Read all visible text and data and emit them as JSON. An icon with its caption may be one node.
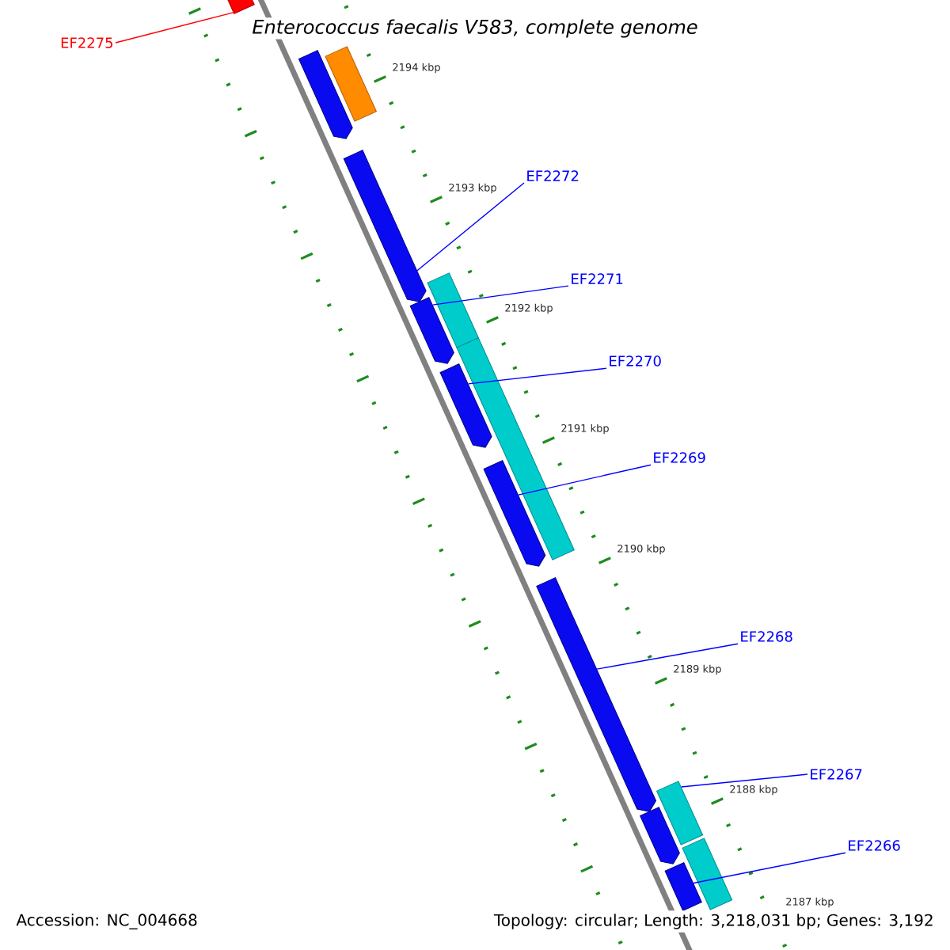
{
  "diagram": {
    "title": "Enterococcus faecalis V583, complete genome",
    "nodes": [
      {
        "text": [
          "EF2275"
        ]
      },
      {
        "text": [
          "EF2272"
        ]
      },
      {
        "text": [
          "EF2271"
        ]
      },
      {
        "text": [
          "EF2270"
        ]
      },
      {
        "text": [
          "EF2269"
        ]
      },
      {
        "text": [
          "EF2268"
        ]
      },
      {
        "text": [
          "EF2267"
        ]
      },
      {
        "text": [
          "EF2266"
        ]
      },
      {
        "text": [],
        "shape": "bar"
      },
      {
        "text": [],
        "shape": "bar"
      },
      {
        "text": [],
        "shape": "bar"
      },
      {
        "text": [],
        "shape": "bar"
      },
      {
        "text": [],
        "shape": "bar"
      },
      {
        "text": [],
        "shape": "bar"
      },
      {
        "text": [],
        "shape": "bar"
      },
      {
        "text": [],
        "shape": "bar"
      },
      {
        "text": [],
        "shape": "bar"
      },
      {
        "text": [],
        "shape": "bar"
      },
      {
        "text": [],
        "shape": "bar"
      },
      {
        "text": [],
        "shape": "bar"
      },
      {
        "text": [],
        "shape": "bar"
      },
      {
        "text": [],
        "shape": "bar"
      }
    ],
    "edges": [
      {
        "from": 0,
        "to": 8,
        "arrow": "none",
        "color": "#ff0000"
      },
      {
        "from": 1,
        "to": 11,
        "arrow": "none"
      },
      {
        "from": 2,
        "to": 13,
        "arrow": "none"
      },
      {
        "from": 3,
        "to": 15,
        "arrow": "none"
      },
      {
        "from": 4,
        "to": 16,
        "arrow": "none"
      },
      {
        "from": 5,
        "to": 17,
        "arrow": "none"
      },
      {
        "from": 6,
        "to": 18,
        "arrow": "none"
      },
      {
        "from": 7,
        "to": 21,
        "arrow": "none"
      }
    ],
    "labels": [
      "2194 kbp",
      "2193 kbp",
      "2192 kbp",
      "2191 kbp",
      "2190 kbp",
      "2189 kbp",
      "2188 kbp",
      "2187 kbp",
      "Accession: NC_004668",
      "Topology: circular; Length: 3,218,031 bp; Genes: 3,192"
    ]
  }
}
